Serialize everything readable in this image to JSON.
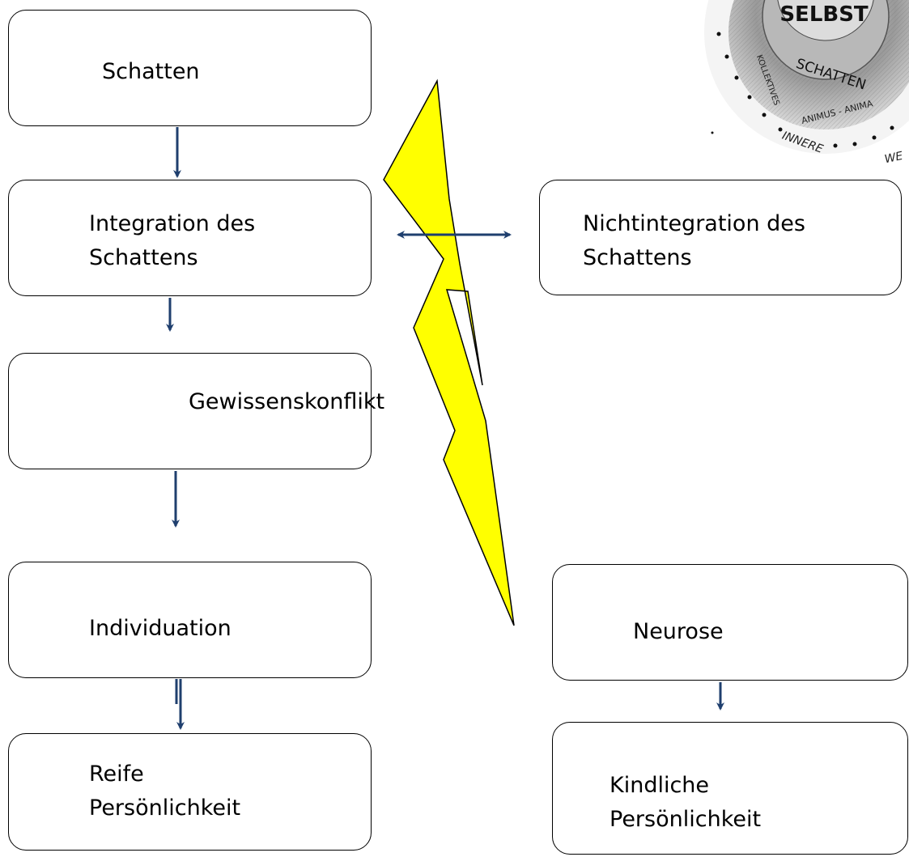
{
  "colors": {
    "arrow": "#1f3f6e",
    "lightning_fill": "#ffff00",
    "lightning_stroke": "#000000",
    "box_border": "#000000"
  },
  "boxes": {
    "schatten": "Schatten",
    "integration": [
      "Integration des",
      "Schattens"
    ],
    "gewissenskonflikt": "Gewissenskonflikt",
    "individuation": "Individuation",
    "reife": [
      "Reife",
      "Persönlichkeit"
    ],
    "nichtintegration": [
      "Nichtintegration des",
      "Schattens"
    ],
    "neurose": "Neurose",
    "kindliche": [
      "Kindliche",
      "Persönlichkeit"
    ]
  },
  "emblem": {
    "top_word": "SELBST",
    "middle_word": "SCHATTEN",
    "lower_word": "ANIMUS - ANIMA",
    "left_word": "KOLLEKTIVES",
    "bottom_left": "INNERE",
    "bottom_right": "WE"
  },
  "icons": {
    "lightning": "lightning-bolt-icon",
    "emblem": "psyche-circle-emblem"
  }
}
